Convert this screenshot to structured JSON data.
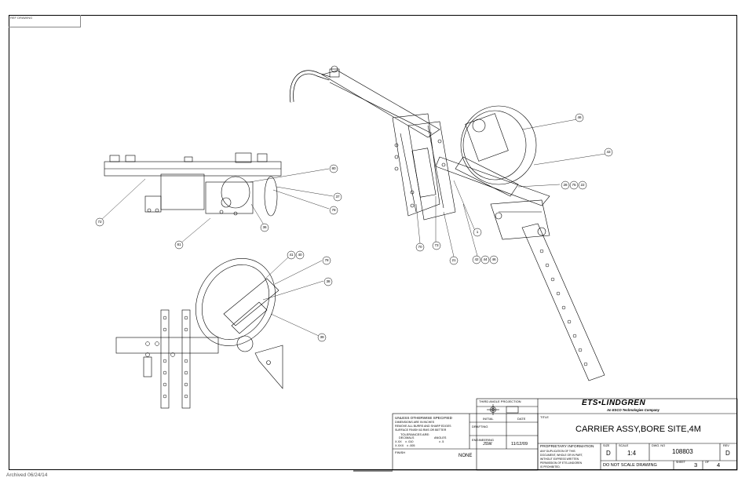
{
  "ref_drawing": "REF DRAWING",
  "archived": "Archived 06/24/14",
  "balloons": [
    "46",
    "43",
    "28",
    "75",
    "22",
    "1",
    "42",
    "44",
    "46",
    "21",
    "73",
    "70",
    "80",
    "37",
    "78",
    "36",
    "72",
    "81",
    "41",
    "40",
    "78",
    "38",
    "39"
  ],
  "title_block": {
    "projection": "THIRD ANGLE PROJECTION",
    "tolerance": {
      "heading": "UNLESS OTHERWISE SPECIFIED",
      "l1": "DIMENSIONS ARE IN INCHES",
      "l2": "REMOVE ALL BURRS AND SHARP EDGES",
      "l3": "SURFACE FINISH 63 RMS OR BETTER",
      "l4": "TOLERANCES ARE:",
      "decimals": "DECIMALS",
      "angles": "ANGLES",
      "xx": "X.XX",
      "xx_val": "± .010",
      "ang_val": "± .5",
      "xxx": "X.XXX",
      "xxx_val": "± .005",
      "finish_label": "FINISH",
      "finish_value": "NONE"
    },
    "initial": "INITIAL",
    "date": "DATE",
    "drafting": "DRAFTING",
    "engineering": "ENGINEERING",
    "eng_initial": "JSW",
    "eng_date": "11/12/09",
    "logo": "ETS•LINDGREN",
    "logo_sub": "An ESCO Technologies Company",
    "title_label": "TITLE",
    "title": "CARRIER ASSY,BORE SITE,4M",
    "proprietary_heading": "PROPRIETARY INFORMATION",
    "proprietary_l1": "ANY DUPLICATION OF THIS",
    "proprietary_l2": "DOCUMENT, WHOLE OR IN PART,",
    "proprietary_l3": "WITHOUT EXPRESS WRITTEN",
    "proprietary_l4": "PERMISSION OF ETS-LINDGREN",
    "proprietary_l5": "IS PROHIBITED.",
    "size_label": "SIZE",
    "size": "D",
    "scale_label": "SCALE",
    "scale": "1:4",
    "dwg_label": "DWG. NO",
    "dwg_no": "108803",
    "rev_label": "REV",
    "rev": "D",
    "no_scale": "DO NOT SCALE DRAWING",
    "sheet_label": "SHEET",
    "sheet": "3",
    "of_label": "OF",
    "of": "4"
  }
}
